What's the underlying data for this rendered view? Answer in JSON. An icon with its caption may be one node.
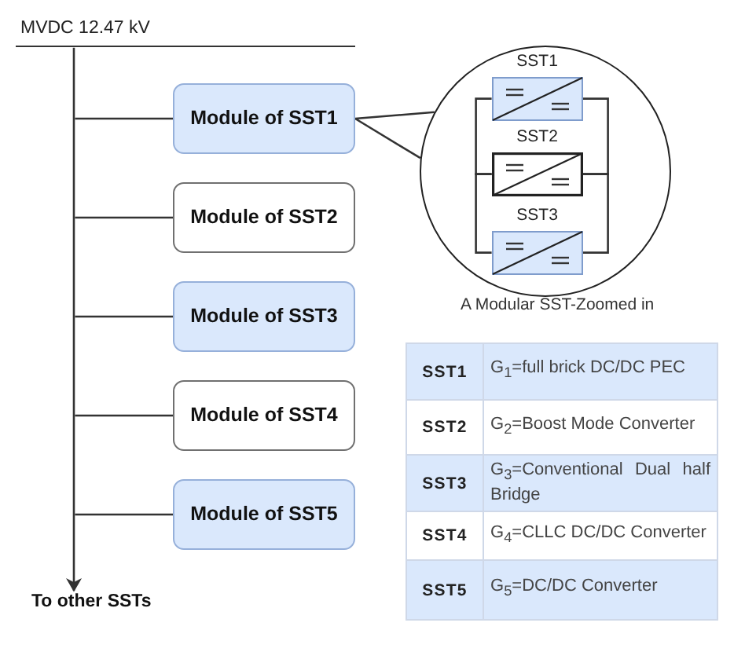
{
  "diagram": {
    "nodes": [
      {
        "text": [
          "MVDC 12.47 kV"
        ]
      },
      {
        "text": [
          "Module of SST1"
        ]
      },
      {
        "text": [
          "Module of SST2"
        ]
      },
      {
        "text": [
          "Module of SST3"
        ]
      },
      {
        "text": [
          "Module of SST4"
        ]
      },
      {
        "text": [
          "Module of SST5"
        ]
      },
      {
        "text": [
          "To other SSTs"
        ]
      },
      {
        "text": [],
        "shape": "circle",
        "beside": [
          "A Modular SST-Zoomed in"
        ]
      },
      {
        "text": [
          "SST1"
        ],
        "in": 7
      },
      {
        "text": [
          "SST2"
        ],
        "in": 7
      },
      {
        "text": [
          "SST3"
        ],
        "in": 7
      }
    ],
    "edges": [
      {
        "from": 0,
        "to": 1,
        "arrow": "none"
      },
      {
        "from": 0,
        "to": 2,
        "arrow": "none"
      },
      {
        "from": 0,
        "to": 3,
        "arrow": "none"
      },
      {
        "from": 0,
        "to": 4,
        "arrow": "none"
      },
      {
        "from": 0,
        "to": 5,
        "arrow": "none"
      },
      {
        "from": 0,
        "to": 6,
        "arrow": "to"
      },
      {
        "from": 1,
        "to": 7,
        "arrow": "none"
      },
      {
        "from": 1,
        "to": 7,
        "arrow": "none"
      },
      {
        "from": 8,
        "to": 9,
        "arrow": "none"
      },
      {
        "from": 9,
        "to": 10,
        "arrow": "none"
      },
      {
        "from": 8,
        "to": 9,
        "arrow": "none"
      },
      {
        "from": 9,
        "to": 10,
        "arrow": "none"
      }
    ],
    "labels": [
      "SST1",
      "G$_{1}$=full brick DC/DC PEC",
      "SST2",
      "G$_{2}$=Boost Mode Converter",
      "SST3",
      "G$_{3}$=Conventional Dual half Bridge",
      "SST4",
      "G$_{4}$=CLLC DC/DC Converter",
      "SST5",
      "G$_{5}$=DC/DC Converter"
    ]
  }
}
